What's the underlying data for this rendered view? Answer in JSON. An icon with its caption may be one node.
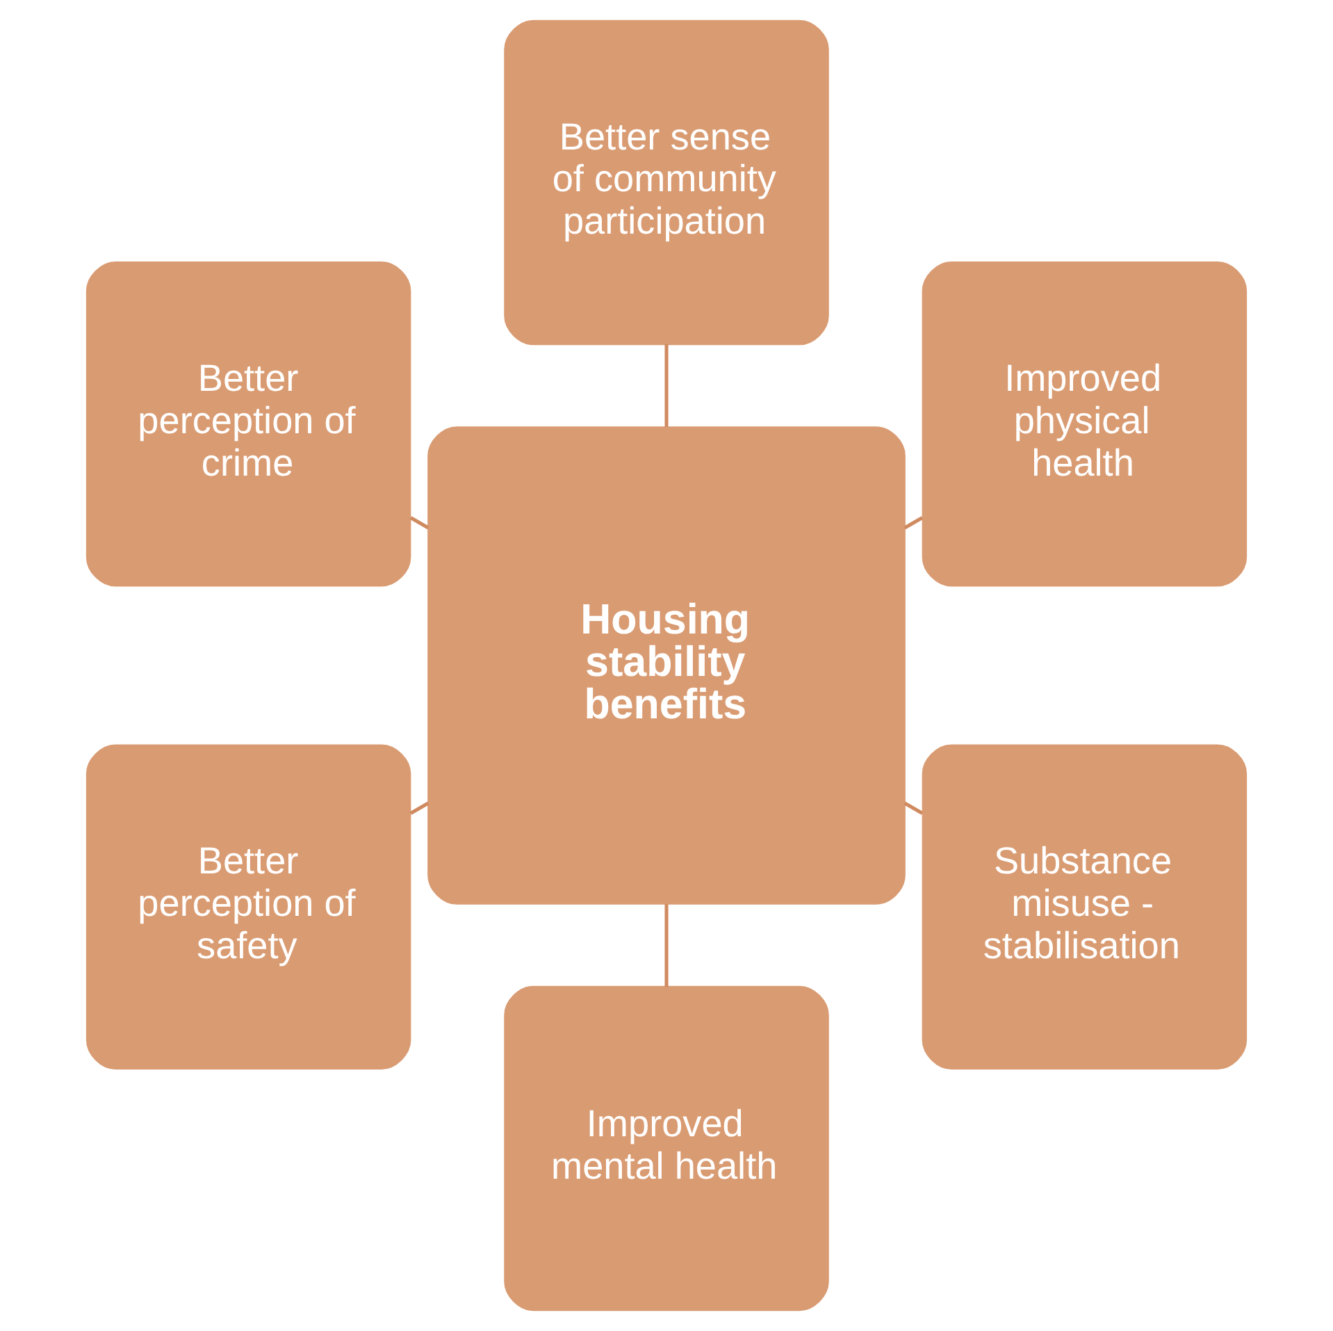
{
  "diagram": {
    "nodes": [
      {
        "text": [
          "Improved physical health"
        ]
      },
      {
        "text": [
          "Better sense of community participation"
        ]
      },
      {
        "text": [
          "Better perception of crime"
        ]
      },
      {
        "text": [
          "Housing stability benefits"
        ]
      },
      {
        "text": [
          "Better perception of safety"
        ]
      },
      {
        "text": [
          "Improved mental health"
        ]
      },
      {
        "text": [
          "Substance misuse - stabilisation"
        ]
      }
    ],
    "edges": [
      {
        "from": 3,
        "to": 0,
        "arrow": "none"
      },
      {
        "from": 3,
        "to": 1,
        "arrow": "none"
      },
      {
        "from": 3,
        "to": 2,
        "arrow": "none"
      },
      {
        "from": 3,
        "to": 4,
        "arrow": "none"
      },
      {
        "from": 3,
        "to": 5,
        "arrow": "none"
      },
      {
        "from": 3,
        "to": 6,
        "arrow": "none"
      }
    ]
  }
}
